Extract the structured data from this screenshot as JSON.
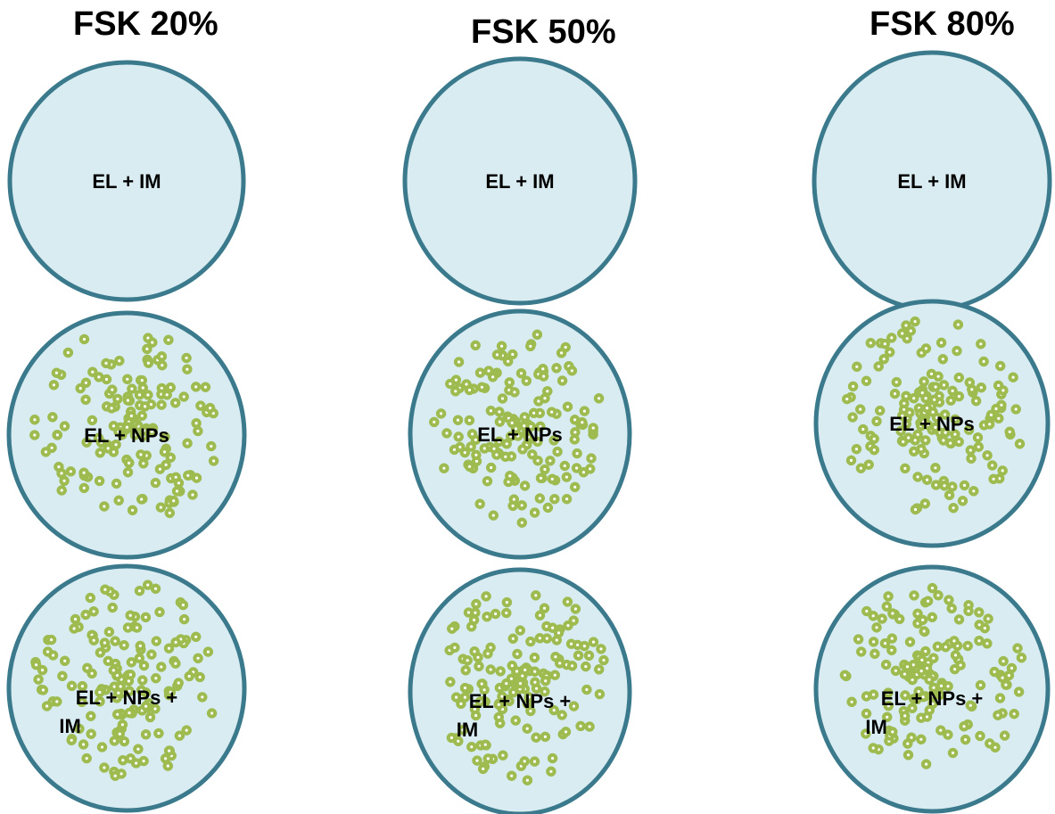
{
  "columns": [
    {
      "title": "FSK 20%",
      "dishes": [
        {
          "label": "EL + IM",
          "has_particles": false
        },
        {
          "label": "EL + NPs",
          "has_particles": true
        },
        {
          "label_line1": "EL  +  NPs  +",
          "label_line2": "IM",
          "has_particles": true
        }
      ]
    },
    {
      "title": "FSK 50%",
      "dishes": [
        {
          "label": "EL + IM",
          "has_particles": false
        },
        {
          "label": "EL + NPs",
          "has_particles": true
        },
        {
          "label_line1": "EL  +  NPs  +",
          "label_line2": "IM",
          "has_particles": true
        }
      ]
    },
    {
      "title": "FSK 80%",
      "dishes": [
        {
          "label": "EL + IM",
          "has_particles": false
        },
        {
          "label": "EL + NPs",
          "has_particles": true
        },
        {
          "label_line1": "EL  +  NPs  +",
          "label_line2": "IM",
          "has_particles": true
        }
      ]
    }
  ],
  "colors": {
    "dish_fill": "#d9ecf2",
    "dish_border": "#3a7a8c",
    "particle_fill": "#9dbb4f",
    "particle_ring": "#ffffff"
  }
}
